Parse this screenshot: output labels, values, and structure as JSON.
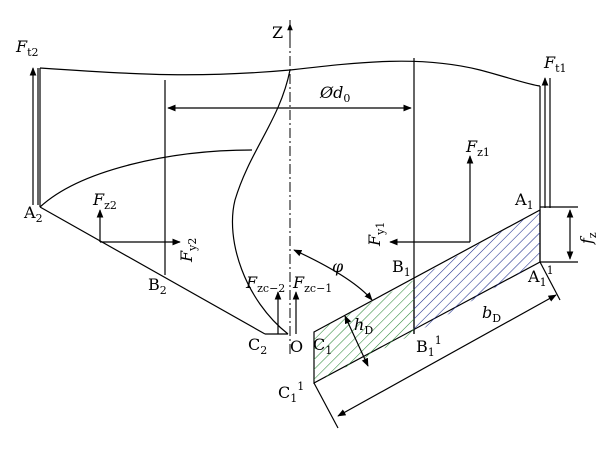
{
  "labels": {
    "ft2": {
      "main": "F",
      "sub": "t2"
    },
    "ft1": {
      "main": "F",
      "sub": "t1"
    },
    "z_axis": "Z",
    "diameter": {
      "main": "Ød",
      "sub": "0"
    },
    "fz2": {
      "main": "F",
      "sub": "z2"
    },
    "fy2": {
      "main": "F",
      "sub": "y2"
    },
    "fz1": {
      "main": "F",
      "sub": "z1"
    },
    "fy1": {
      "main": "F",
      "sub": "y1"
    },
    "a2": {
      "main": "A",
      "sub": "2"
    },
    "b2": {
      "main": "B",
      "sub": "2"
    },
    "c2": {
      "main": "C",
      "sub": "2"
    },
    "o": "O",
    "fzc2": {
      "main": "F",
      "sub": "zc−2"
    },
    "fzc1": {
      "main": "F",
      "sub": "zc−1"
    },
    "phi": "φ",
    "b1": {
      "main": "B",
      "sub": "1"
    },
    "a1": {
      "main": "A",
      "sub": "1"
    },
    "a1_1": {
      "main": "A",
      "sub": "1",
      "sup": "1"
    },
    "b1_1": {
      "main": "B",
      "sub": "1",
      "sup": "1"
    },
    "c1": {
      "main": "C",
      "sub": "1"
    },
    "c1_1": {
      "main": "C",
      "sub": "1",
      "sup": "1"
    },
    "hd": {
      "main": "h",
      "sub": "D"
    },
    "bd": {
      "main": "b",
      "sub": "D"
    },
    "fz_dim": {
      "main": "f",
      "sub": "z"
    }
  },
  "colors": {
    "ink": "#000000",
    "green_hatch": "#2e8b3a",
    "blue_hatch": "#1a2a8c"
  }
}
